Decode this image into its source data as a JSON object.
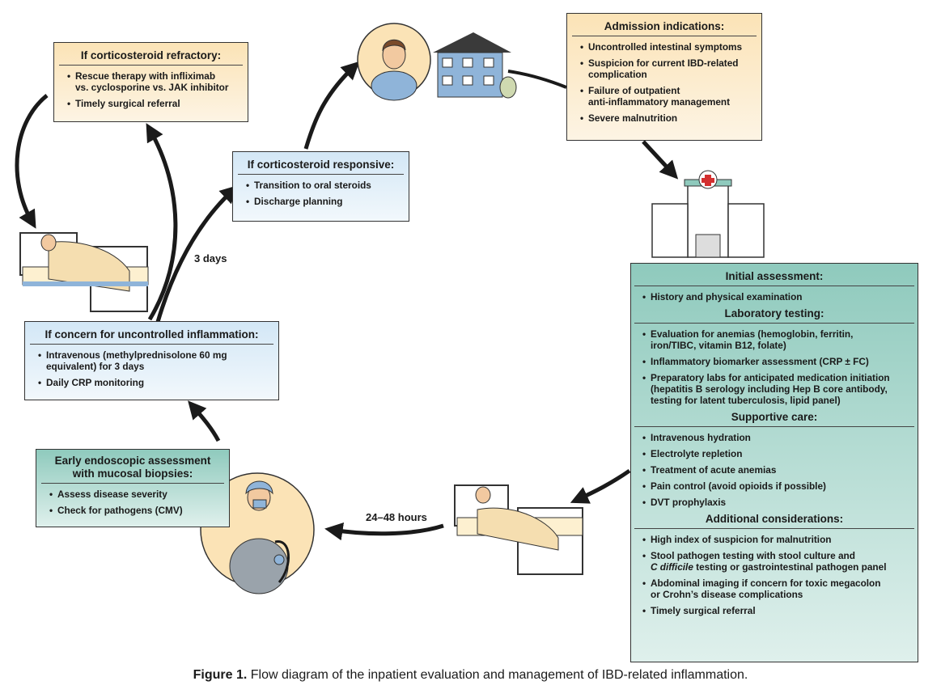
{
  "refractory": {
    "title": "If corticosteroid refractory:",
    "items": [
      "Rescue therapy with infliximab\nvs. cyclosporine vs. JAK inhibitor",
      "Timely surgical referral"
    ]
  },
  "responsive": {
    "title": "If corticosteroid responsive:",
    "items": [
      "Transition to oral steroids",
      "Discharge planning"
    ]
  },
  "admission": {
    "title": "Admission indications:",
    "items": [
      "Uncontrolled intestinal symptoms",
      "Suspicion for current IBD-related\ncomplication",
      "Failure of outpatient\nanti-inflammatory management",
      "Severe malnutrition"
    ]
  },
  "concern": {
    "title": "If concern for uncontrolled inflammation:",
    "items": [
      "Intravenous (methylprednisolone 60 mg\nequivalent) for 3 days",
      "Daily CRP monitoring"
    ]
  },
  "endoscopic": {
    "title": "Early endoscopic assessment\nwith mucosal biopsies:",
    "items": [
      "Assess disease severity",
      "Check for pathogens (CMV)"
    ]
  },
  "initial": {
    "initial_title": "Initial assessment:",
    "initial_items": [
      "History and physical examination"
    ],
    "lab_title": "Laboratory testing:",
    "lab_items": [
      "Evaluation for anemias (hemoglobin, ferritin,\niron/TIBC, vitamin B12, folate)",
      "Inflammatory biomarker assessment (CRP ± FC)",
      "Preparatory labs for anticipated medication initiation\n(hepatitis B serology including Hep B core antibody,\ntesting for latent tuberculosis, lipid panel)"
    ],
    "supportive_title": "Supportive care:",
    "supportive_items": [
      "Intravenous hydration",
      "Electrolyte repletion",
      "Treatment of acute anemias",
      "Pain control (avoid opioids if possible)",
      "DVT prophylaxis"
    ],
    "additional_title": "Additional considerations:",
    "additional_items": [
      "High index of suspicion for malnutrition",
      "Stool pathogen testing with stool culture and",
      "Abdominal imaging if concern for toxic megacolon\nor Crohn’s disease complications",
      "Timely surgical referral"
    ],
    "stool_italic": "C difficile",
    "stool_rest": " testing or gastrointestinal pathogen panel"
  },
  "labels": {
    "three_days": "3 days",
    "hours": "24–48 hours"
  },
  "caption": {
    "bold": "Figure 1.",
    "text": " Flow diagram of the inpatient evaluation and management of IBD-related inflammation."
  }
}
